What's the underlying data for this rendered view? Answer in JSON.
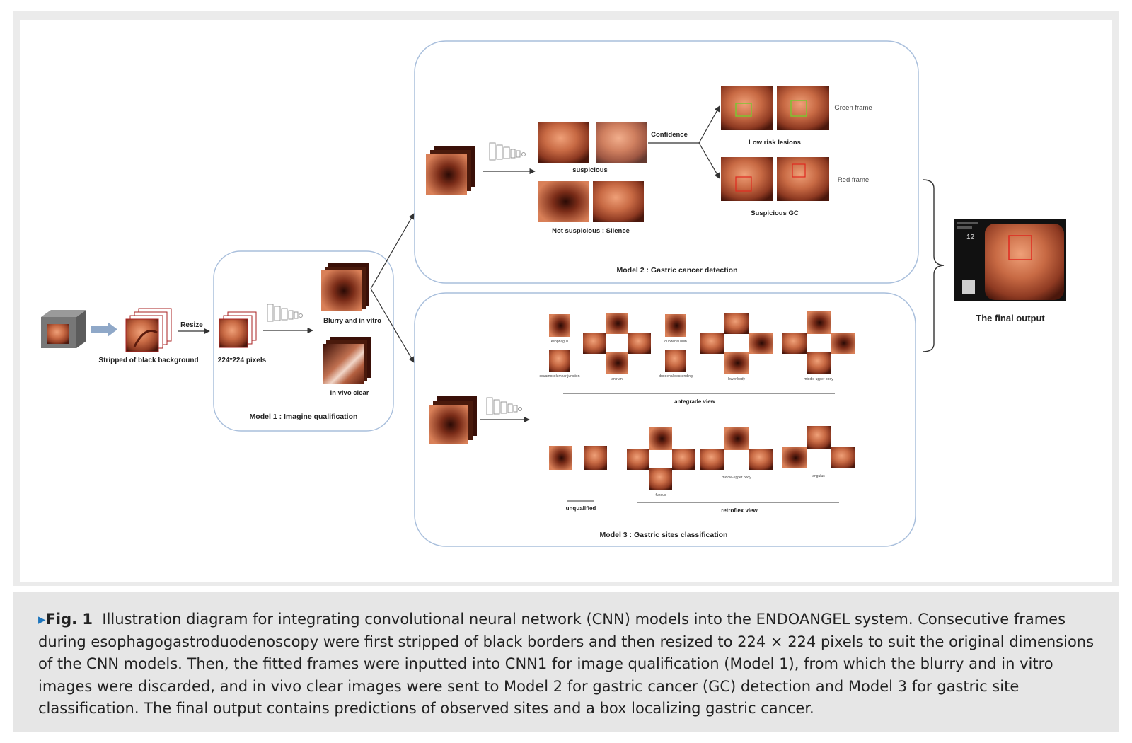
{
  "figure": {
    "stage_input": {
      "stripped_label": "Stripped of black background",
      "resize_label": "Resize",
      "pixels_label": "224*224 pixels"
    },
    "model1": {
      "title": "Model 1 : Imagine qualification",
      "blurry_label": "Blurry and in vitro",
      "clear_label": "In vivo clear"
    },
    "model2": {
      "title": "Model 2 : Gastric cancer detection",
      "suspicious_label": "suspicious",
      "not_suspicious_label": "Not suspicious : Silence",
      "confidence_label": "Confidence",
      "green_frame_label": "Green frame",
      "low_risk_label": "Low risk lesions",
      "red_frame_label": "Red frame",
      "suspicious_gc_label": "Suspicious GC"
    },
    "model3": {
      "title": "Model 3 : Gastric sites classification",
      "antegrade_label": "antegrade view",
      "retroflex_label": "retroflex view",
      "unqualified_label": "unqualified",
      "esophagus_label": "esophagus",
      "sq_junction_label": "squamocolumnar junction",
      "duodenal_bulb_label": "duodenal bulb",
      "duodenal_desc_label": "duodenal descending",
      "antrum_label": "antrum",
      "lower_body_label": "lower body",
      "middle_upper_body_label": "middle-upper body",
      "fundus_label": "fundus",
      "angulus_label": "angulus"
    },
    "final": {
      "label": "The final output",
      "screen_number": "12"
    }
  },
  "caption": {
    "marker": "▸",
    "fig_number": "Fig. 1",
    "text": "Illustration diagram for integrating convolutional neural network (CNN) models into the ENDOANGEL system. Consecutive frames during esophagogastroduodenoscopy were first stripped of black borders and then resized to 224 × 224 pixels to suit the original dimensions of the CNN models. Then, the fitted frames were inputted into CNN1 for image qualification (Model 1), from which the blurry and in vitro images were discarded, and in vivo clear images were sent to Model 2 for gastric cancer (GC) detection and Model 3 for gastric site classification. The final output contains predictions of observed sites and a box localizing gastric cancer."
  },
  "colors": {
    "panel_border": "#a9bfdc",
    "tissue_dark": "#6b2414",
    "tissue_light": "#e08a5c",
    "arrow": "#8fa8c8",
    "accent_blue": "#1d75bd",
    "red_box": "#e0281e",
    "green_box": "#7cc432"
  }
}
